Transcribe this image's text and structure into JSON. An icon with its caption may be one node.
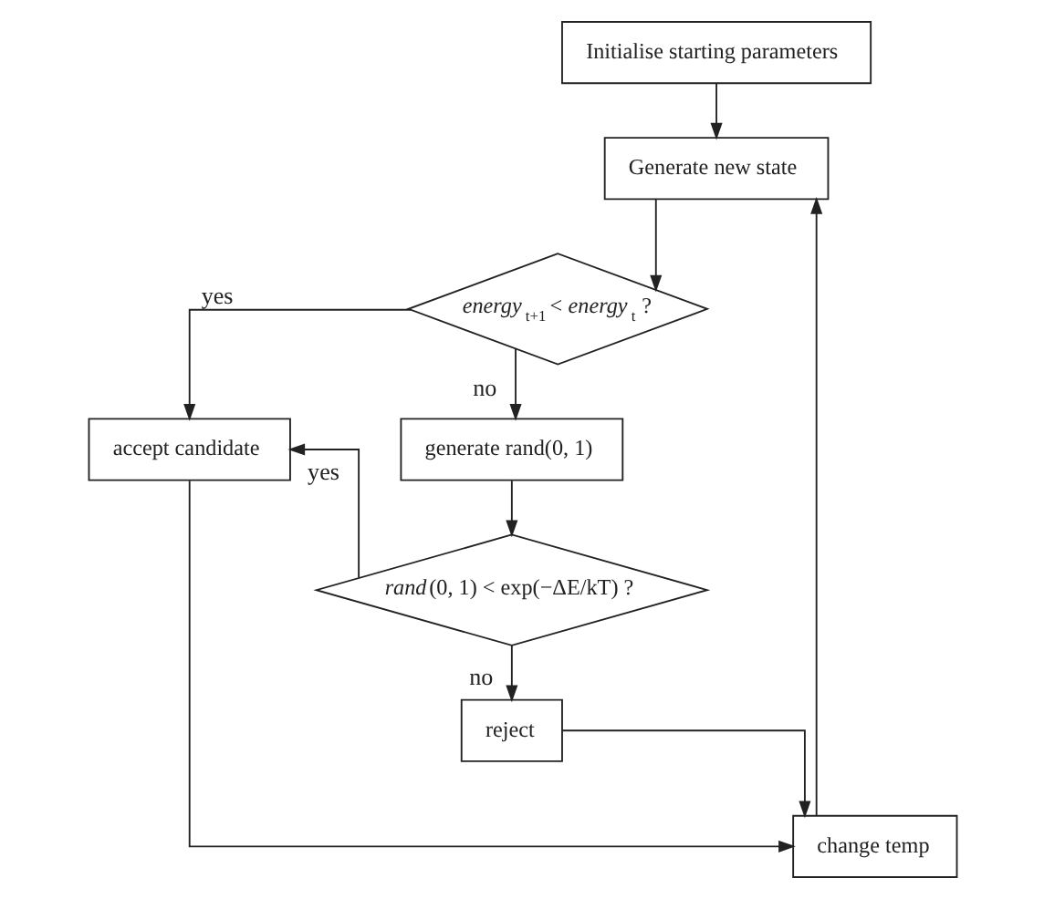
{
  "diagram": {
    "nodes": [
      {
        "text": [
          "Initialise starting parameters"
        ]
      },
      {
        "text": [
          "Generate new state"
        ]
      },
      {
        "text": [
          "*energy*$_{t+1}$ < *energy*$_{t}$ ?"
        ]
      },
      {
        "text": [
          "accept candidate"
        ]
      },
      {
        "text": [
          "generate rand(0, 1)"
        ]
      },
      {
        "text": [
          "*rand*(0, 1) < exp(−ΔE/kT) ?"
        ]
      },
      {
        "text": [
          "reject"
        ]
      },
      {
        "text": [
          "change temp"
        ]
      }
    ],
    "edges": [
      {
        "from": 0,
        "to": 1,
        "arrow": "to"
      },
      {
        "from": 1,
        "to": 2,
        "arrow": "to"
      },
      {
        "from": 2,
        "to": 3,
        "arrow": "to",
        "label": "yes"
      },
      {
        "from": 2,
        "to": 4,
        "arrow": "to",
        "label": "no"
      },
      {
        "from": 4,
        "to": 5,
        "arrow": "to"
      },
      {
        "from": 5,
        "to": 3,
        "arrow": "to",
        "label": "yes"
      },
      {
        "from": 5,
        "to": 6,
        "arrow": "to",
        "label": "no"
      },
      {
        "from": 3,
        "to": 7,
        "arrow": "to"
      },
      {
        "from": 6,
        "to": 7,
        "arrow": "to"
      },
      {
        "from": 7,
        "to": 1,
        "arrow": "to"
      }
    ]
  }
}
